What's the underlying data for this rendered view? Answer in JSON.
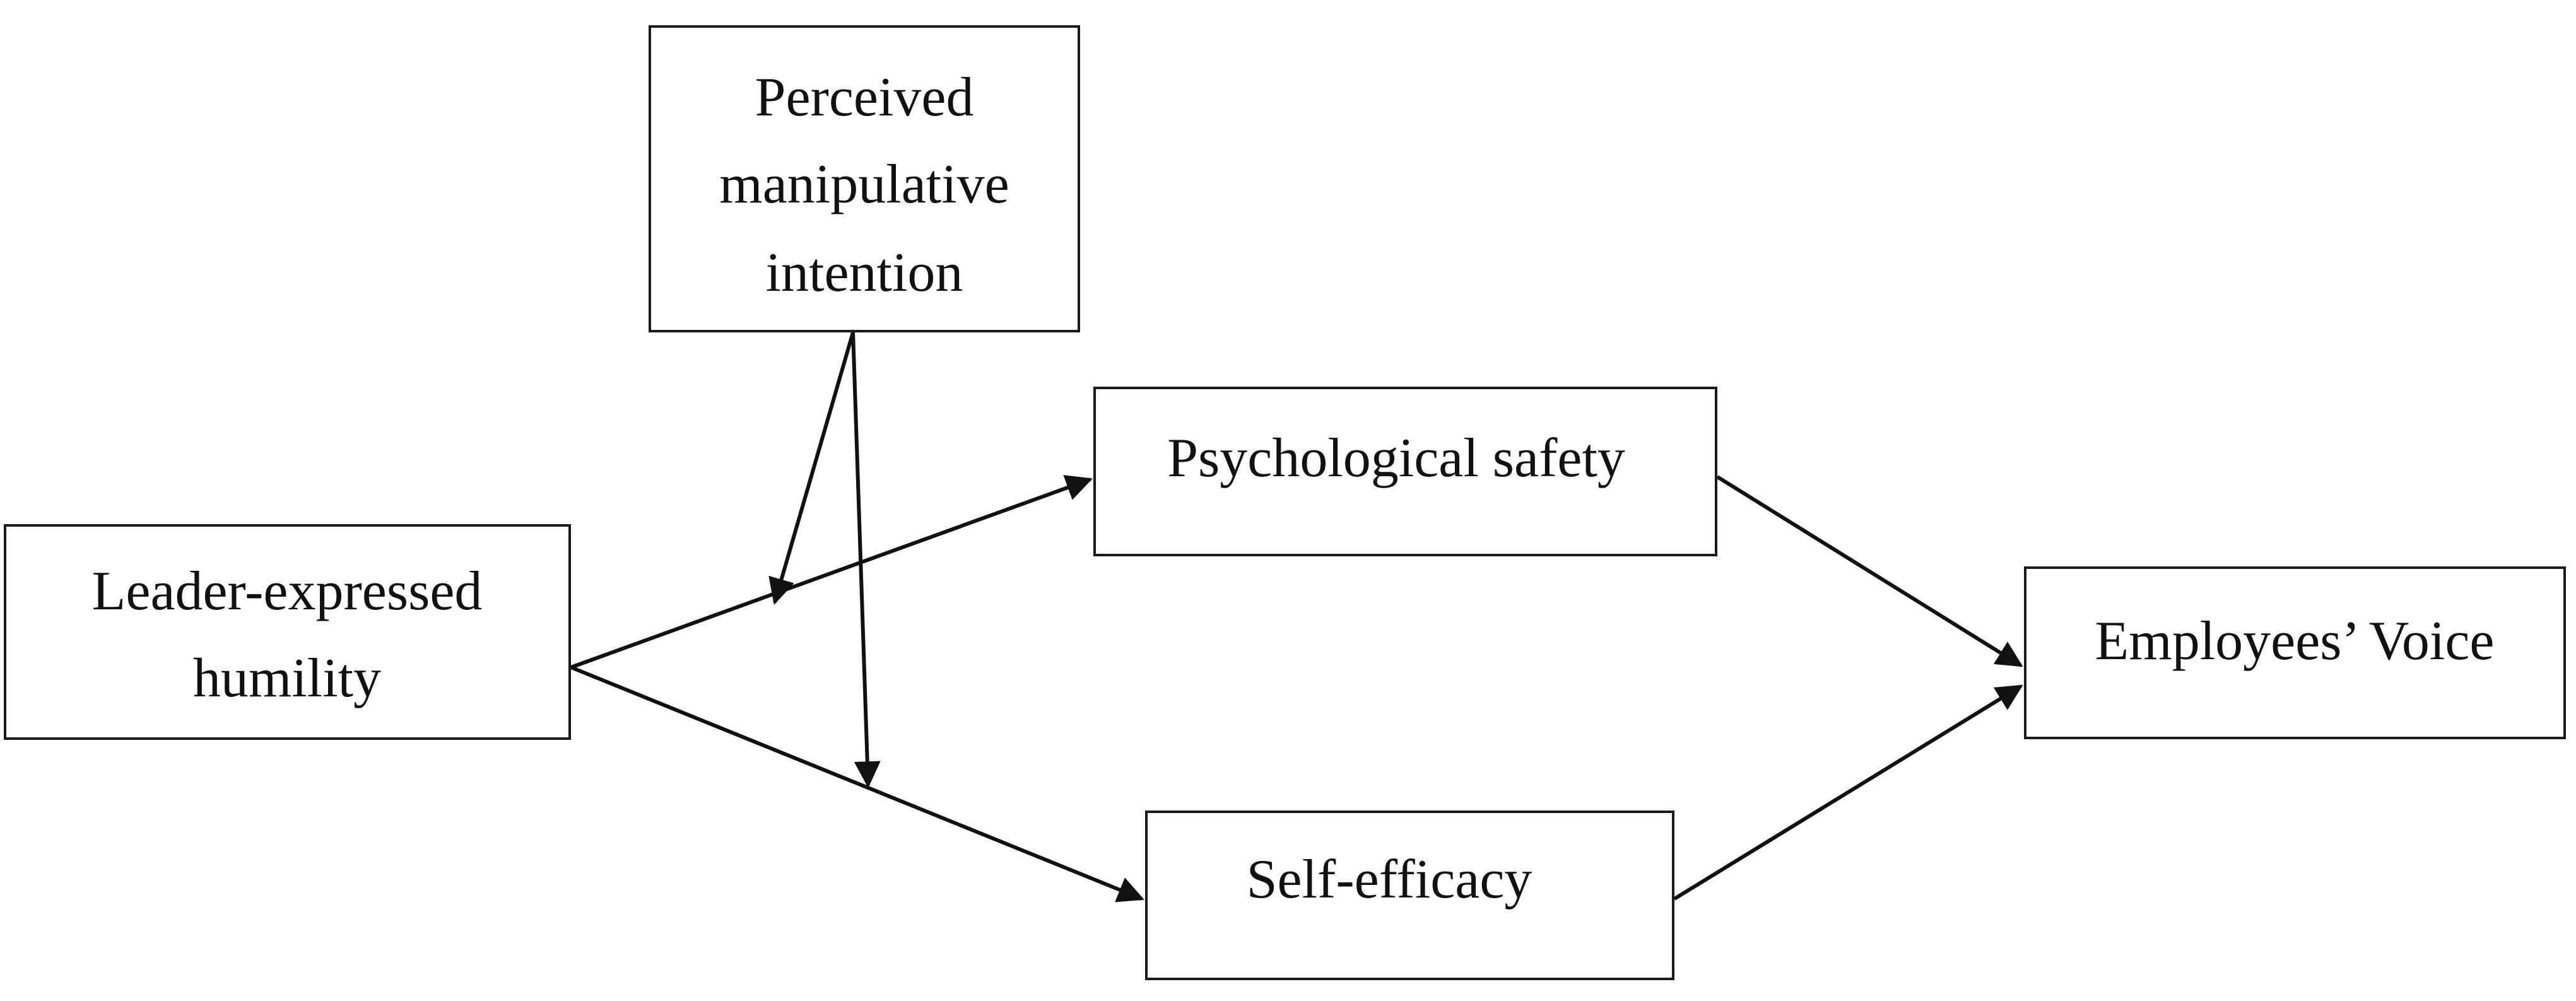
{
  "nodes": {
    "moderator": {
      "lines": [
        "Perceived",
        "manipulative",
        "intention"
      ]
    },
    "leader_humility": {
      "lines": [
        "Leader-expressed",
        "humility"
      ]
    },
    "psych_safety": {
      "lines": [
        "Psychological safety"
      ]
    },
    "self_efficacy": {
      "lines": [
        "Self-efficacy"
      ]
    },
    "employee_voice": {
      "lines": [
        "Employees’ Voice"
      ]
    }
  },
  "edges": [
    {
      "from": "Leader-expressed humility",
      "to": "Psychological safety",
      "kind": "direct"
    },
    {
      "from": "Leader-expressed humility",
      "to": "Self-efficacy",
      "kind": "direct"
    },
    {
      "from": "Psychological safety",
      "to": "Employees’ Voice",
      "kind": "direct"
    },
    {
      "from": "Self-efficacy",
      "to": "Employees’ Voice",
      "kind": "direct"
    },
    {
      "from": "Perceived manipulative intention",
      "to": "Leader-expressed humility → Psychological safety",
      "kind": "moderation"
    },
    {
      "from": "Perceived manipulative intention",
      "to": "Leader-expressed humility → Self-efficacy",
      "kind": "moderation"
    }
  ],
  "colors": {
    "stroke": "#111111",
    "box_fill": "#ffffff",
    "background": "#ffffff"
  }
}
